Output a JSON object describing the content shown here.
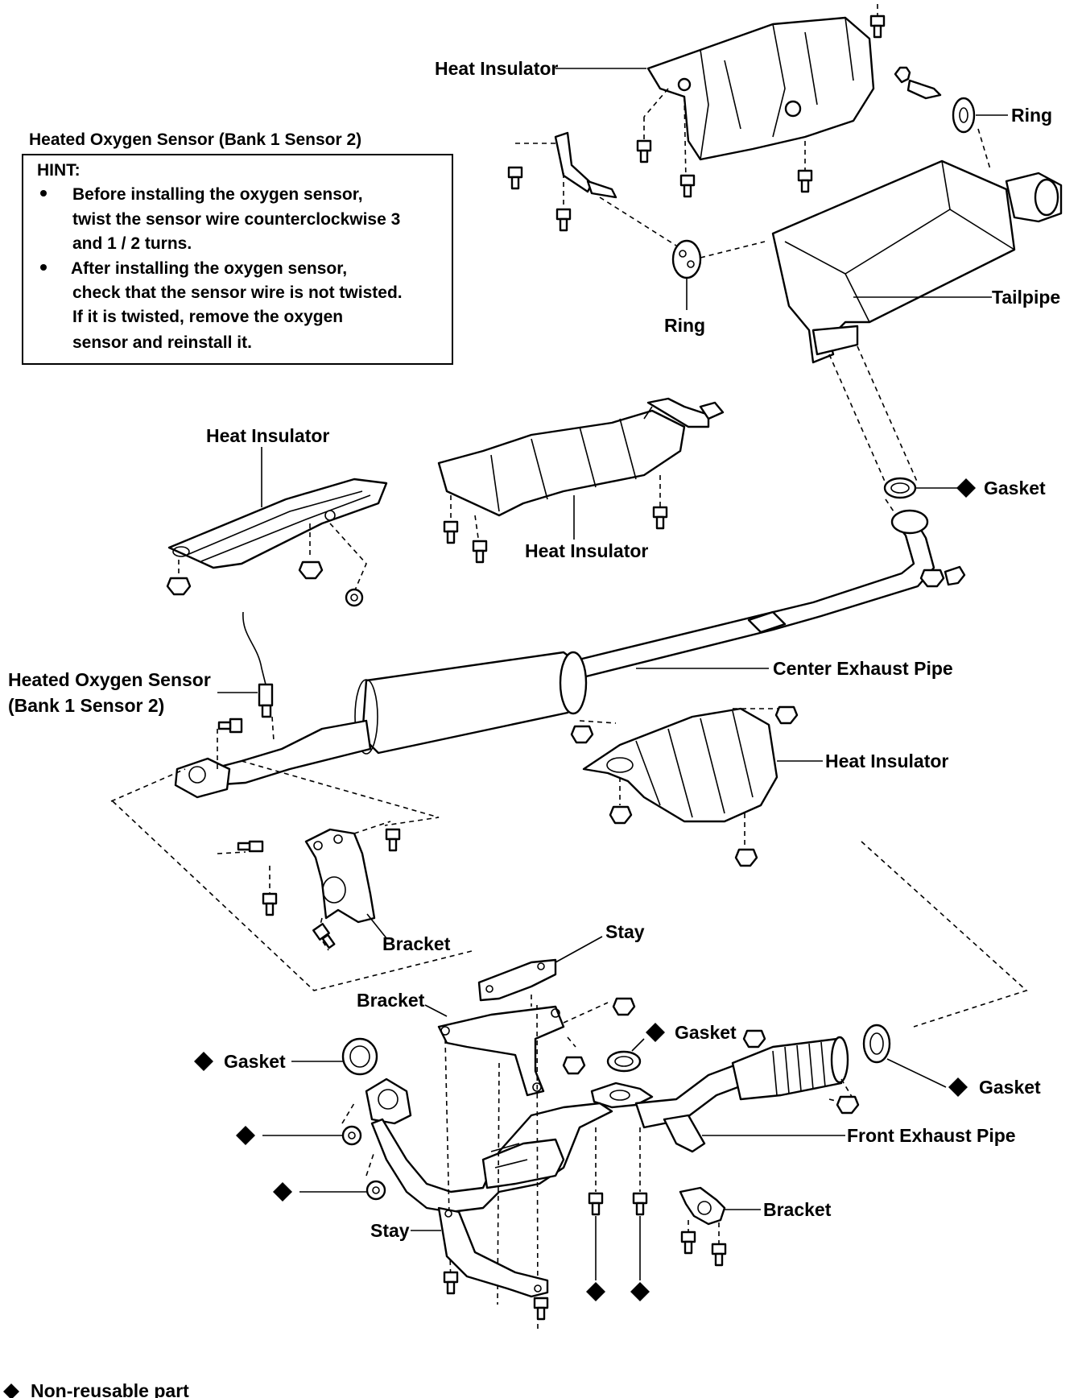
{
  "hint_box": {
    "title": "Heated Oxygen Sensor (Bank 1 Sensor 2)",
    "heading": "HINT:",
    "bullets": [
      [
        "Before installing the oxygen sensor,",
        "twist the sensor wire counterclockwise 3",
        "and 1 / 2 turns."
      ],
      [
        "After installing the oxygen sensor,",
        "check that the sensor wire is not twisted.",
        "If it is twisted, remove the oxygen",
        "sensor and reinstall it."
      ]
    ]
  },
  "labels": {
    "heat_insulator_top": "Heat Insulator",
    "ring_right": "Ring",
    "ring_left": "Ring",
    "tailpipe": "Tailpipe",
    "heat_insulator_left": "Heat Insulator",
    "heat_insulator_center": "Heat Insulator",
    "gasket_tailpipe": "Gasket",
    "center_exhaust_pipe": "Center Exhaust Pipe",
    "oxygen_sensor_line1": "Heated Oxygen Sensor",
    "oxygen_sensor_line2": "(Bank 1 Sensor 2)",
    "heat_insulator_lower": "Heat Insulator",
    "bracket_center": "Bracket",
    "stay_top": "Stay",
    "bracket_front_left": "Bracket",
    "gasket_center": "Gasket",
    "gasket_left": "Gasket",
    "gasket_right": "Gasket",
    "front_exhaust_pipe": "Front Exhaust Pipe",
    "bracket_lower_right": "Bracket",
    "stay_bottom": "Stay"
  },
  "legend": {
    "non_reusable": "Non-reusable part"
  },
  "colors": {
    "ink": "#000000",
    "paper": "#ffffff"
  }
}
